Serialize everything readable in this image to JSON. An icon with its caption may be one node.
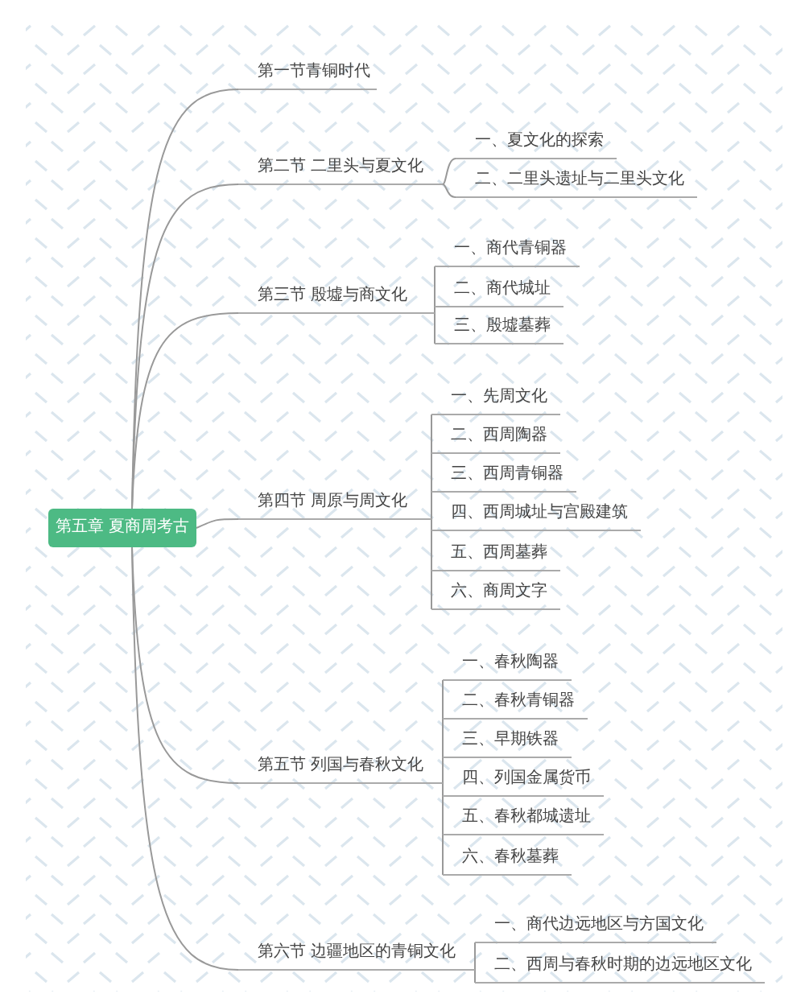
{
  "diagram": {
    "nodes": [
      {
        "text": [
          "第五章 夏商周考古"
        ]
      },
      {
        "text": [
          "第一节青铜时代"
        ]
      },
      {
        "text": [
          "第二节 二里头与夏文化"
        ]
      },
      {
        "text": [
          "一、夏文化的探索"
        ]
      },
      {
        "text": [
          "二、二里头遗址与二里头文化"
        ]
      },
      {
        "text": [
          "第三节 殷墟与商文化"
        ]
      },
      {
        "text": [
          "一、商代青铜器"
        ]
      },
      {
        "text": [
          "二、商代城址"
        ]
      },
      {
        "text": [
          "三、殷墟墓葬"
        ]
      },
      {
        "text": [
          "第四节 周原与周文化"
        ]
      },
      {
        "text": [
          "一、先周文化"
        ]
      },
      {
        "text": [
          "二、西周陶器"
        ]
      },
      {
        "text": [
          "三、西周青铜器"
        ]
      },
      {
        "text": [
          "四、西周城址与宫殿建筑"
        ]
      },
      {
        "text": [
          "五、西周墓葬"
        ]
      },
      {
        "text": [
          "六、商周文字"
        ]
      },
      {
        "text": [
          "第五节 列国与春秋文化"
        ]
      },
      {
        "text": [
          "一、春秋陶器"
        ]
      },
      {
        "text": [
          "二、春秋青铜器"
        ]
      },
      {
        "text": [
          "三、早期铁器"
        ]
      },
      {
        "text": [
          "四、列国金属货币"
        ]
      },
      {
        "text": [
          "五、春秋都城遗址"
        ]
      },
      {
        "text": [
          "六、春秋墓葬"
        ]
      },
      {
        "text": [
          "第六节 边疆地区的青铜文化"
        ]
      },
      {
        "text": [
          "一、商代边远地区与方国文化"
        ]
      },
      {
        "text": [
          "二、西周与春秋时期的边远地区文化"
        ]
      }
    ],
    "edges": [
      {
        "from": 0,
        "to": 1,
        "arrow": "none"
      },
      {
        "from": 0,
        "to": 2,
        "arrow": "none"
      },
      {
        "from": 2,
        "to": 3,
        "arrow": "none"
      },
      {
        "from": 2,
        "to": 4,
        "arrow": "none"
      },
      {
        "from": 0,
        "to": 5,
        "arrow": "none"
      },
      {
        "from": 5,
        "to": 6,
        "arrow": "none"
      },
      {
        "from": 5,
        "to": 7,
        "arrow": "none"
      },
      {
        "from": 5,
        "to": 8,
        "arrow": "none"
      },
      {
        "from": 0,
        "to": 9,
        "arrow": "none"
      },
      {
        "from": 9,
        "to": 10,
        "arrow": "none"
      },
      {
        "from": 9,
        "to": 11,
        "arrow": "none"
      },
      {
        "from": 9,
        "to": 12,
        "arrow": "none"
      },
      {
        "from": 9,
        "to": 13,
        "arrow": "none"
      },
      {
        "from": 9,
        "to": 14,
        "arrow": "none"
      },
      {
        "from": 9,
        "to": 15,
        "arrow": "none"
      },
      {
        "from": 0,
        "to": 16,
        "arrow": "none"
      },
      {
        "from": 16,
        "to": 17,
        "arrow": "none"
      },
      {
        "from": 16,
        "to": 18,
        "arrow": "none"
      },
      {
        "from": 16,
        "to": 19,
        "arrow": "none"
      },
      {
        "from": 16,
        "to": 20,
        "arrow": "none"
      },
      {
        "from": 16,
        "to": 21,
        "arrow": "none"
      },
      {
        "from": 16,
        "to": 22,
        "arrow": "none"
      },
      {
        "from": 0,
        "to": 23,
        "arrow": "none"
      },
      {
        "from": 23,
        "to": 24,
        "arrow": "none"
      },
      {
        "from": 23,
        "to": 25,
        "arrow": "none"
      }
    ]
  }
}
